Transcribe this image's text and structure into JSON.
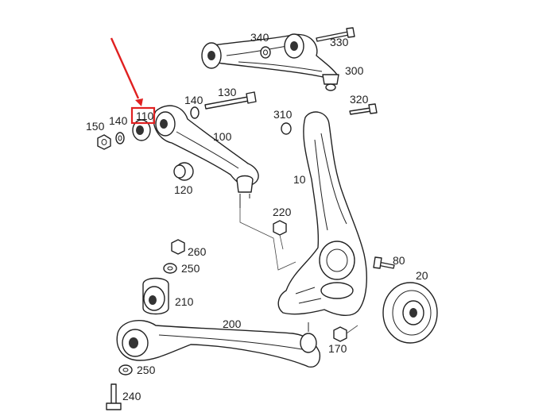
{
  "labels": {
    "l340": "340",
    "l330": "330",
    "l300": "300",
    "l130": "130",
    "l140a": "140",
    "l140b": "140",
    "l150": "150",
    "l110": "110",
    "l100": "100",
    "l310": "310",
    "l320": "320",
    "l10": "10",
    "l120": "120",
    "l220": "220",
    "l260": "260",
    "l250a": "250",
    "l80": "80",
    "l20": "20",
    "l210": "210",
    "l200": "200",
    "l170": "170",
    "l250b": "250",
    "l240": "240"
  },
  "highlight": {
    "color": "#e02020"
  }
}
